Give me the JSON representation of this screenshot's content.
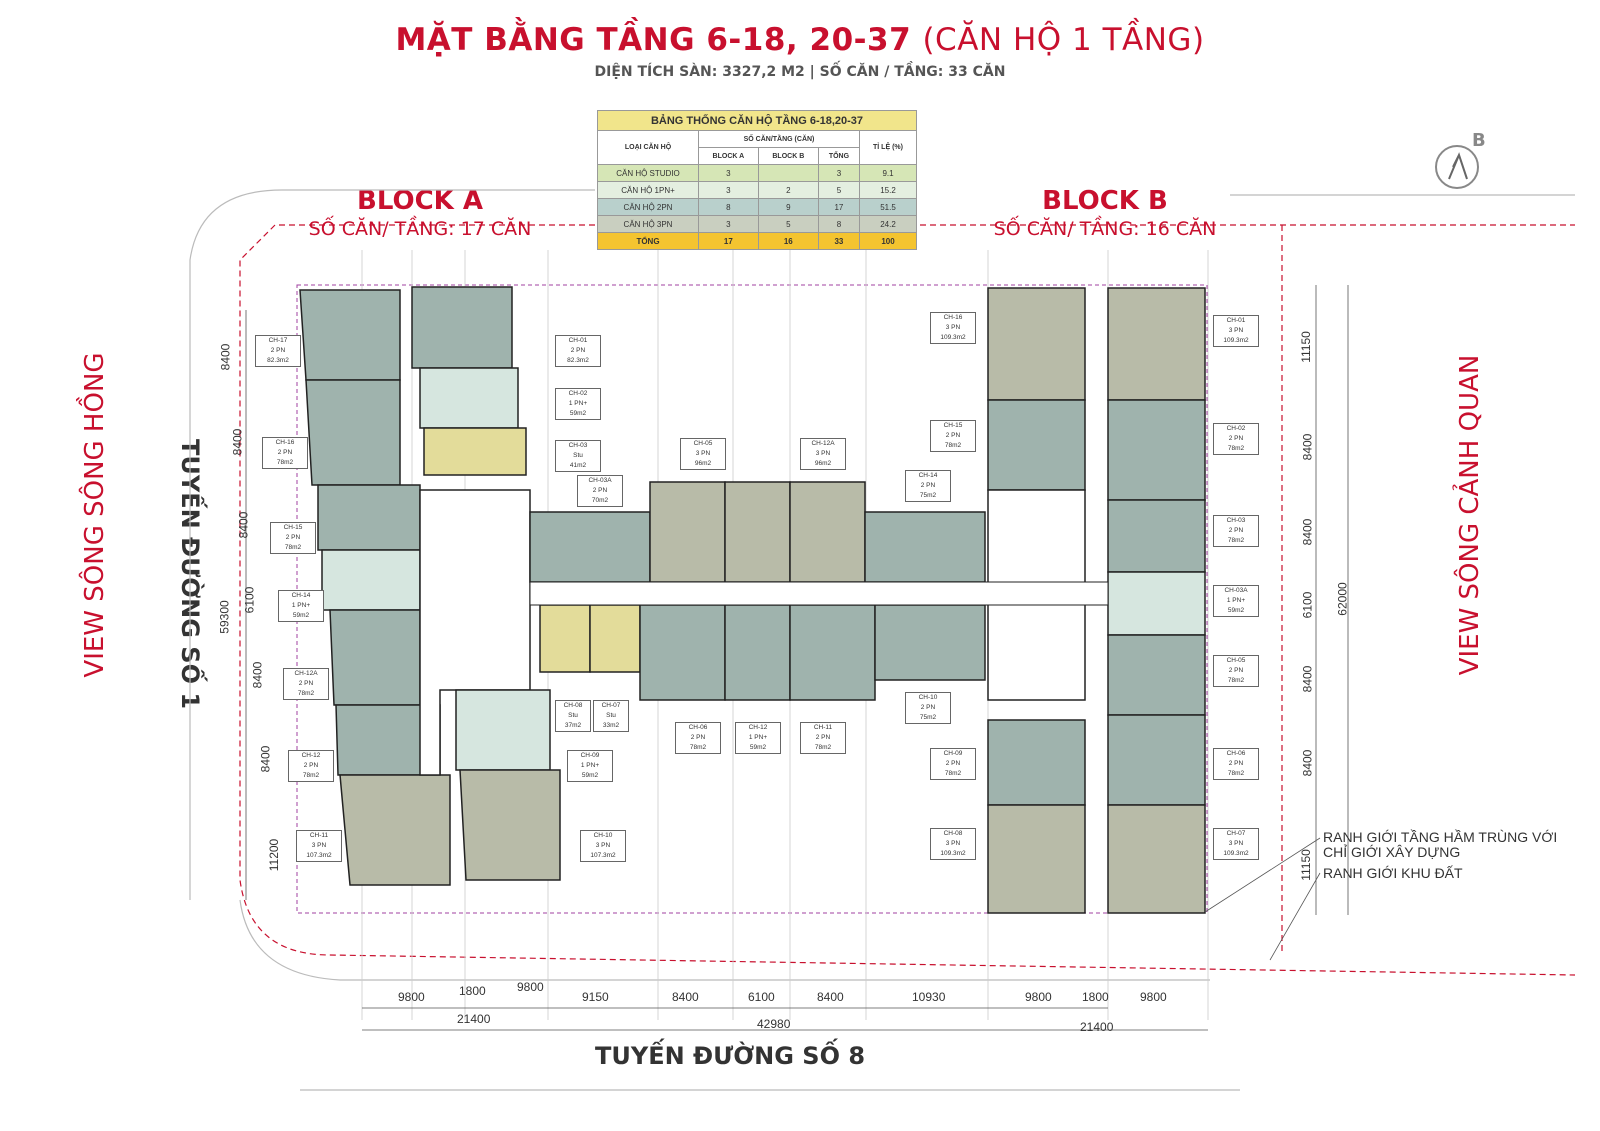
{
  "header": {
    "title_main": "MẶT BẰNG TẦNG 6-18, 20-37",
    "title_sub": "(CĂN HỘ 1 TẦNG)",
    "subtitle": "DIỆN TÍCH SÀN: 3327,2 M2 | SỐ CĂN / TẦNG: 33 CĂN"
  },
  "table": {
    "title": "BẢNG THỐNG CĂN HỘ TẦNG 6-18,20-37",
    "col_type": "LOẠI CĂN HỘ",
    "col_count": "SỐ CĂN/TẦNG (CĂN)",
    "col_a": "BLOCK A",
    "col_b": "BLOCK B",
    "col_total": "TỔNG",
    "col_ratio": "TỈ LỆ (%)",
    "rows": [
      {
        "type": "CĂN HỘ STUDIO",
        "a": "3",
        "b": "",
        "total": "3",
        "ratio": "9.1"
      },
      {
        "type": "CĂN HỘ 1PN+",
        "a": "3",
        "b": "2",
        "total": "5",
        "ratio": "15.2"
      },
      {
        "type": "CĂN HỘ 2PN",
        "a": "8",
        "b": "9",
        "total": "17",
        "ratio": "51.5"
      },
      {
        "type": "CĂN HỘ 3PN",
        "a": "3",
        "b": "5",
        "total": "8",
        "ratio": "24.2"
      },
      {
        "type": "TỔNG",
        "a": "17",
        "b": "16",
        "total": "33",
        "ratio": "100"
      }
    ]
  },
  "block_a": {
    "title": "BLOCK A",
    "sub": "SỐ CĂN/ TẦNG: 17 CĂN"
  },
  "block_b": {
    "title": "BLOCK B",
    "sub": "SỐ CĂN/ TẦNG: 16 CĂN"
  },
  "views": {
    "left": "VIEW SÔNG SÔNG HỒNG",
    "right": "VIEW SÔNG CẢNH QUAN"
  },
  "roads": {
    "left": "TUYẾN ĐƯỜNG SỐ 1",
    "bottom": "TUYẾN ĐƯỜNG SỐ 8"
  },
  "compass_label": "B",
  "legend": {
    "line1": "RANH GIỚI TẦNG HẦM TRÙNG VỚI",
    "line2": "CHỈ GIỚI XÂY DỰNG",
    "line3": "RANH GIỚI KHU ĐẤT"
  },
  "units": [
    {
      "code": "CH-17",
      "type": "2 PN",
      "area": "82.3m2"
    },
    {
      "code": "CH-01",
      "type": "2 PN",
      "area": "82.3m2"
    },
    {
      "code": "CH-16",
      "type": "2 PN",
      "area": "78m2"
    },
    {
      "code": "CH-02",
      "type": "1 PN+",
      "area": "59m2"
    },
    {
      "code": "CH-03",
      "type": "Stu",
      "area": "41m2"
    },
    {
      "code": "CH-03A",
      "type": "2 PN",
      "area": "70m2"
    },
    {
      "code": "CH-15",
      "type": "2 PN",
      "area": "78m2"
    },
    {
      "code": "CH-14",
      "type": "1 PN+",
      "area": "59m2"
    },
    {
      "code": "CH-12A",
      "type": "2 PN",
      "area": "78m2"
    },
    {
      "code": "CH-12",
      "type": "2 PN",
      "area": "78m2"
    },
    {
      "code": "CH-11",
      "type": "3 PN",
      "area": "107.3m2"
    },
    {
      "code": "CH-08",
      "type": "Stu",
      "area": "37m2"
    },
    {
      "code": "CH-07",
      "type": "Stu",
      "area": "33m2"
    },
    {
      "code": "CH-09",
      "type": "1 PN+",
      "area": "59m2"
    },
    {
      "code": "CH-10",
      "type": "3 PN",
      "area": "107.3m2"
    },
    {
      "code": "CH-05",
      "type": "3 PN",
      "area": "96m2"
    },
    {
      "code": "CH-12A",
      "type": "3 PN",
      "area": "96m2"
    },
    {
      "code": "CH-06",
      "type": "2 PN",
      "area": "78m2"
    },
    {
      "code": "CH-12",
      "type": "1 PN+",
      "area": "59m2"
    },
    {
      "code": "CH-11",
      "type": "2 PN",
      "area": "78m2"
    },
    {
      "code": "CH-16",
      "type": "3 PN",
      "area": "109.3m2"
    },
    {
      "code": "CH-15",
      "type": "2 PN",
      "area": "78m2"
    },
    {
      "code": "CH-14",
      "type": "2 PN",
      "area": "75m2"
    },
    {
      "code": "CH-10",
      "type": "2 PN",
      "area": "75m2"
    },
    {
      "code": "CH-09",
      "type": "2 PN",
      "area": "78m2"
    },
    {
      "code": "CH-08",
      "type": "3 PN",
      "area": "109.3m2"
    },
    {
      "code": "CH-01",
      "type": "3 PN",
      "area": "109.3m2"
    },
    {
      "code": "CH-02",
      "type": "2 PN",
      "area": "78m2"
    },
    {
      "code": "CH-03",
      "type": "2 PN",
      "area": "78m2"
    },
    {
      "code": "CH-03A",
      "type": "1 PN+",
      "area": "59m2"
    },
    {
      "code": "CH-05",
      "type": "2 PN",
      "area": "78m2"
    },
    {
      "code": "CH-06",
      "type": "2 PN",
      "area": "78m2"
    },
    {
      "code": "CH-07",
      "type": "3 PN",
      "area": "109.3m2"
    }
  ],
  "dims": {
    "bottom": [
      "9800",
      "1800",
      "9800",
      "9150",
      "8400",
      "6100",
      "8400",
      "10930",
      "9800",
      "1800",
      "9800"
    ],
    "bottom_totals": [
      "21400",
      "42980",
      "21400"
    ],
    "left": [
      "8400",
      "8400",
      "8400",
      "6100",
      "8400",
      "8400",
      "11200"
    ],
    "left_total": "59300",
    "right": [
      "11150",
      "8400",
      "8400",
      "6100",
      "8400",
      "8400",
      "11150"
    ],
    "right_total": "62000"
  },
  "colors": {
    "accent_red": "#c8102e",
    "unit_2pn": "#9fb3ad",
    "unit_3pn": "#b8bba8",
    "unit_1pn": "#d6e6df",
    "unit_studio": "#e3dc9a"
  }
}
